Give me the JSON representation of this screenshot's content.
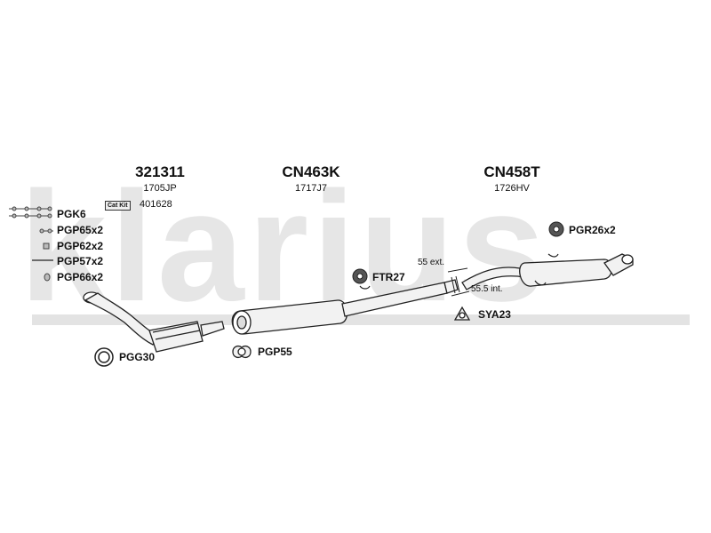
{
  "watermark": {
    "text": "klarius"
  },
  "sections": [
    {
      "code": "321311",
      "ref": "1705JP"
    },
    {
      "code": "CN463K",
      "ref": "1717J7"
    },
    {
      "code": "CN458T",
      "ref": "1726HV"
    }
  ],
  "cat_kit": {
    "badge": "Cat Kit",
    "number": "401628"
  },
  "fittings": [
    {
      "label": "PGK6",
      "icon": "bolt-set-icon"
    },
    {
      "label": "PGP65x2",
      "icon": "bolt-icon"
    },
    {
      "label": "PGP62x2",
      "icon": "nut-icon"
    },
    {
      "label": "PGP57x2",
      "icon": "stud-icon"
    },
    {
      "label": "PGP66x2",
      "icon": "washer-icon"
    }
  ],
  "parts": {
    "pgg30": "PGG30",
    "pgp55": "PGP55",
    "ftr27": "FTR27",
    "sya23": "SYA23",
    "pgr26": "PGR26x2"
  },
  "joint": {
    "ext": "55 ext.",
    "int": "55.5 int."
  }
}
